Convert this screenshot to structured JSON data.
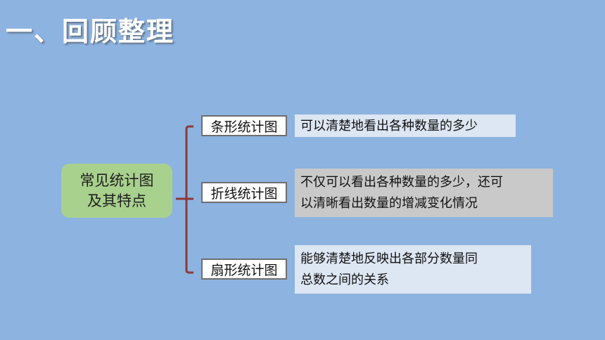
{
  "title": "一、回顾整理",
  "root": {
    "line1": "常见统计图",
    "line2": "及其特点"
  },
  "branches": [
    {
      "type": "条形统计图",
      "desc": "可以清楚地看出各种数量的多少"
    },
    {
      "type": "折线统计图",
      "desc_line1": "不仅可以看出各种数量的多少，还可",
      "desc_line2": "以清晰看出数量的增减变化情况"
    },
    {
      "type": "扇形统计图",
      "desc_line1": "能够清楚地反映出各部分数量同",
      "desc_line2": "总数之间的关系"
    }
  ],
  "colors": {
    "background": "#8db3e0",
    "root_fill": "#a9d18e",
    "brace": "#8b3a3a",
    "desc_light": "#dde6f3",
    "desc_gray": "#c9c9c9"
  }
}
